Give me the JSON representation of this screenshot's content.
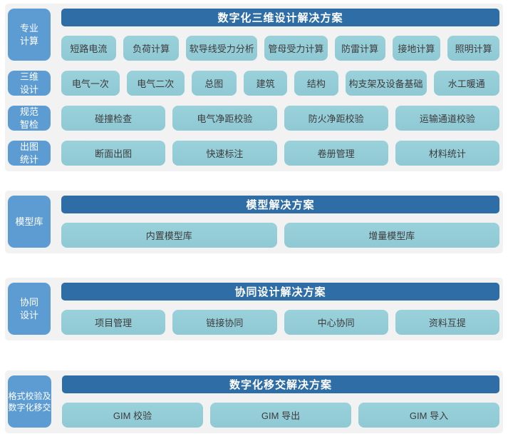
{
  "colors": {
    "header_bg": "#2e6da6",
    "side_label_bg": "#5d9cd3",
    "button_bg": "#93cbd6",
    "panel_bg": "#f2f2f2",
    "button_text": "#3c3c3c"
  },
  "panels": [
    {
      "groups": [
        {
          "label": "专业\n计算",
          "header": "数字化三维设计解决方案",
          "buttons": [
            "短路电流",
            "负荷计算",
            "软导线受力分析",
            "管母受力计算",
            "防雷计算",
            "接地计算",
            "照明计算"
          ]
        },
        {
          "label": "三维\n设计",
          "buttons": [
            "电气一次",
            "电气二次",
            "总图",
            "建筑",
            "结构",
            "构支架及设备基础",
            "水工暖通"
          ]
        },
        {
          "label": "规范\n智检",
          "buttons": [
            "碰撞检查",
            "电气净距校验",
            "防火净距校验",
            "运输通道校验"
          ]
        },
        {
          "label": "出图\n统计",
          "buttons": [
            "断面出图",
            "快速标注",
            "卷册管理",
            "材料统计"
          ]
        }
      ]
    },
    {
      "groups": [
        {
          "label": "模型库",
          "header": "模型解决方案",
          "buttons": [
            "内置模型库",
            "增量模型库"
          ]
        }
      ]
    },
    {
      "groups": [
        {
          "label": "协同\n设计",
          "header": "协同设计解决方案",
          "buttons": [
            "项目管理",
            "链接协同",
            "中心协同",
            "资料互提"
          ]
        }
      ]
    },
    {
      "groups": [
        {
          "label": "格式校验及\n数字化移交",
          "header": "数字化移交解决方案",
          "buttons": [
            "GIM 校验",
            "GIM 导出",
            "GIM 导入"
          ]
        }
      ]
    }
  ]
}
